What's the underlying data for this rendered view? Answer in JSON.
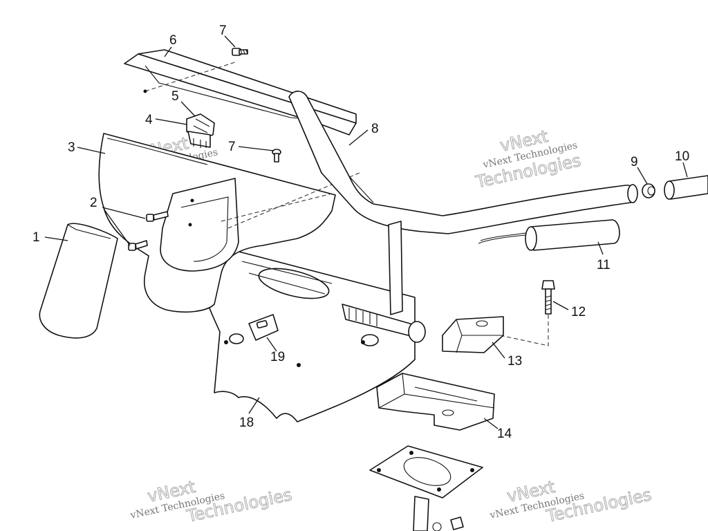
{
  "watermark": {
    "line_small": "vNext Technologies",
    "line_big_a": "vNext",
    "line_big_b": "Technologies"
  },
  "callouts": [
    {
      "id": "1",
      "text": "1"
    },
    {
      "id": "2",
      "text": "2"
    },
    {
      "id": "3",
      "text": "3"
    },
    {
      "id": "4",
      "text": "4"
    },
    {
      "id": "5",
      "text": "5"
    },
    {
      "id": "6",
      "text": "6"
    },
    {
      "id": "7a",
      "text": "7"
    },
    {
      "id": "7b",
      "text": "7"
    },
    {
      "id": "8",
      "text": "8"
    },
    {
      "id": "9",
      "text": "9"
    },
    {
      "id": "10",
      "text": "10"
    },
    {
      "id": "11",
      "text": "11"
    },
    {
      "id": "12",
      "text": "12"
    },
    {
      "id": "13",
      "text": "13"
    },
    {
      "id": "14",
      "text": "14"
    },
    {
      "id": "18",
      "text": "18"
    },
    {
      "id": "19",
      "text": "19"
    }
  ],
  "colors": {
    "line": "#111111",
    "background": "#ffffff",
    "watermark": "#888888"
  }
}
